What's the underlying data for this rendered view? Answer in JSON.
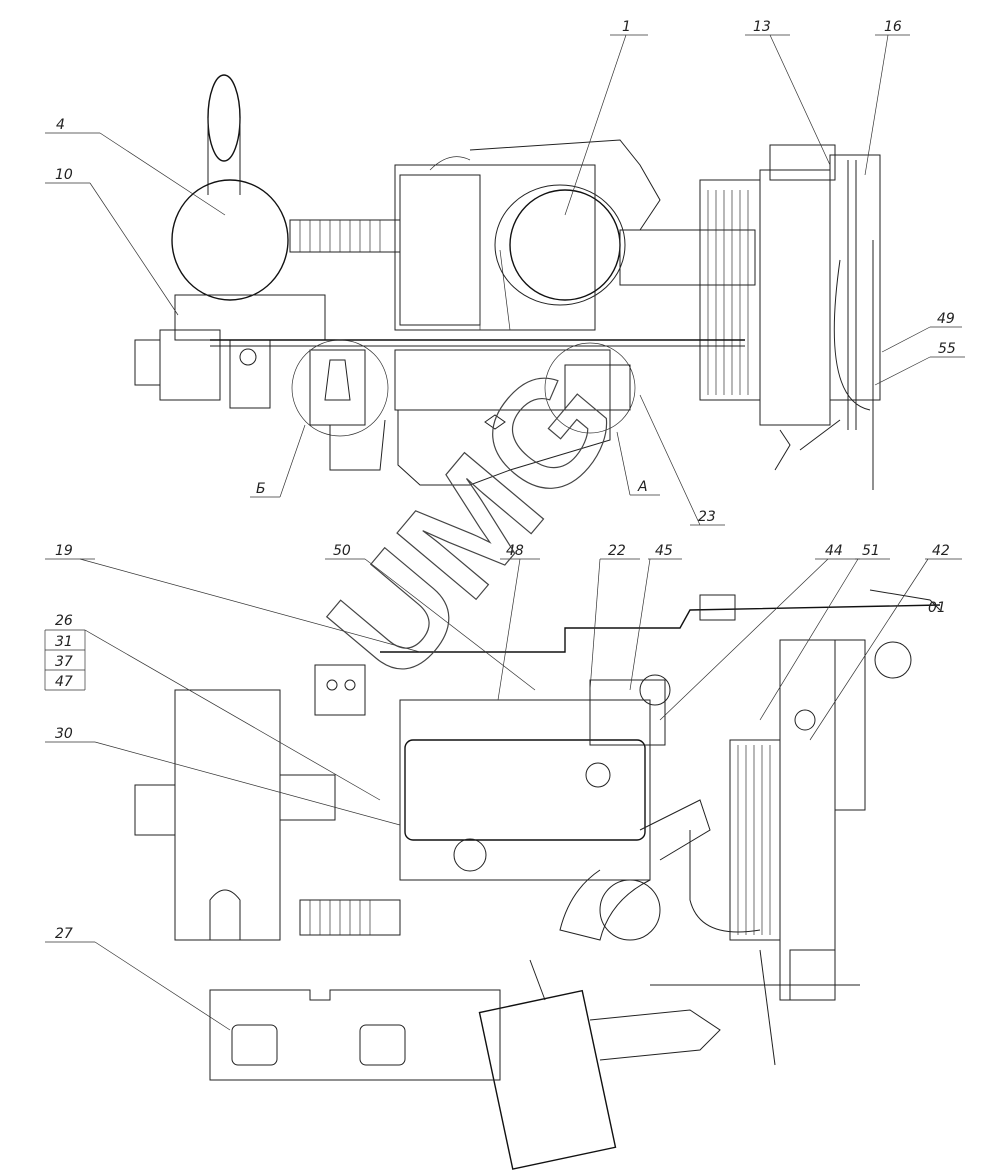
{
  "watermark": "UMG",
  "top_view": {
    "callouts": {
      "c1": "1",
      "c13": "13",
      "c16": "16",
      "c4": "4",
      "c10": "10",
      "c49": "49",
      "c55": "55",
      "cB": "Б",
      "cA": "А",
      "c23": "23"
    }
  },
  "bottom_view": {
    "callouts": {
      "c19": "19",
      "c50": "50",
      "c48": "48",
      "c22": "22",
      "c45": "45",
      "c44": "44",
      "c51": "51",
      "c42": "42",
      "c26": "26",
      "c31": "31",
      "c37": "37",
      "c47": "47",
      "c30": "30",
      "c27": "27",
      "c01": "01"
    }
  }
}
